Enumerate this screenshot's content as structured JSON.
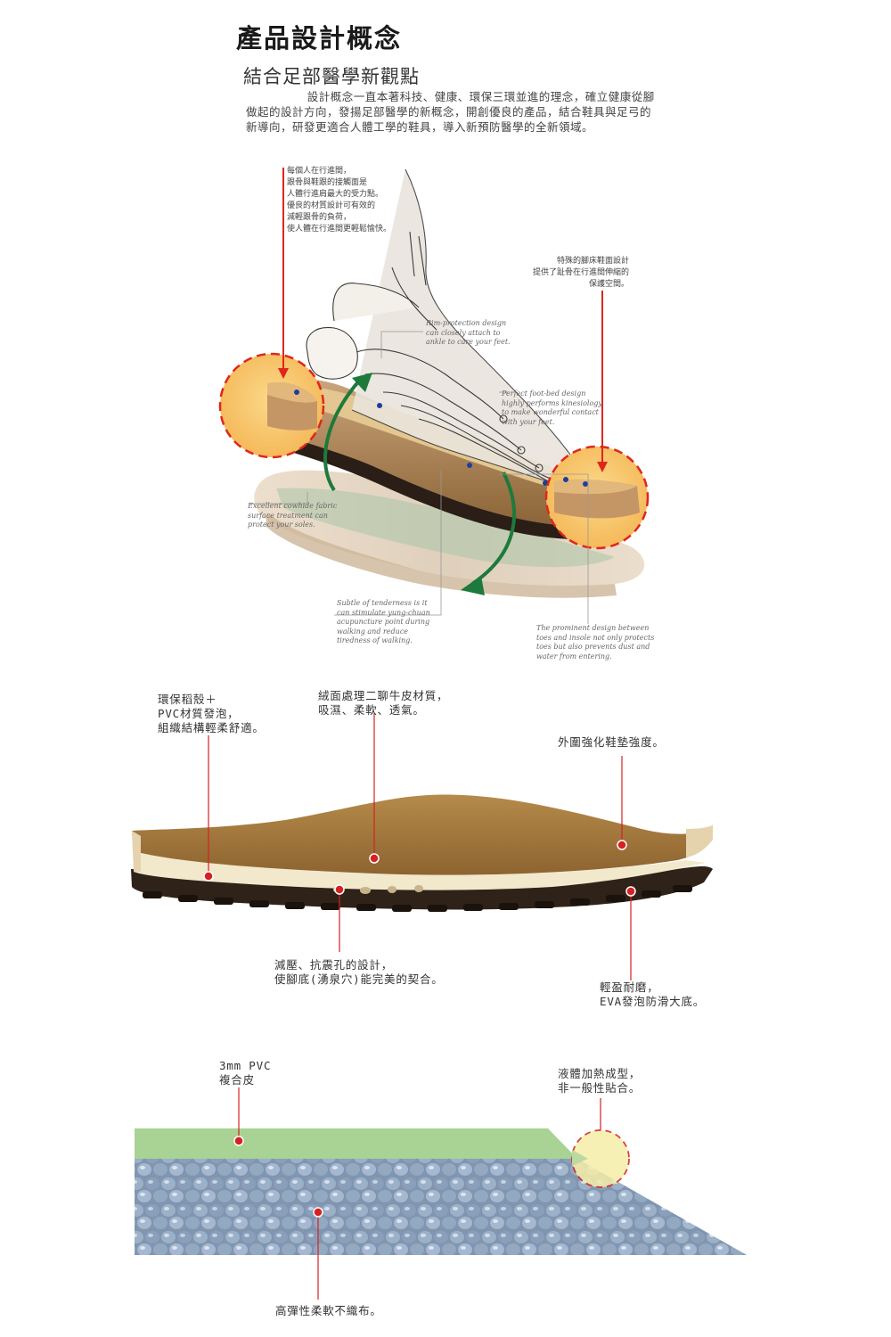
{
  "header": {
    "title": "產品設計概念",
    "subtitle": "結合足部醫學新觀點",
    "intro": "設計概念一直本著科技、健康、環保三環並進的理念，確立健康從腳做起的設計方向，發揚足部醫學的新概念，開創優良的產品，結合鞋具與足弓的新導向，研發更適合人體工學的鞋具，導入新預防醫學的全新領域。"
  },
  "diagram1": {
    "heel_note": [
      "每個人在行進間，",
      "跟骨與鞋跟的接觸面是",
      "人體行進肩最大的受力點。",
      "優良的材質設計可有效的",
      "減輕跟骨的負荷，",
      "使人體在行進間更輕鬆愉快。"
    ],
    "toe_note": [
      "特殊的腳床鞋面設計",
      "提供了趾骨在行進間伸縮的",
      "保護空間。"
    ],
    "rim_en": [
      "Rim-protection design",
      "can closely attach to",
      "ankle to care your feet."
    ],
    "footbed_en": [
      "Perfect foot-bed design",
      "highly performs kinesiology",
      "to make wonderful contact",
      "with your feet."
    ],
    "cowhide_en": [
      "Excellent cowhide fabric",
      "surface treatment can",
      "protect your soles."
    ],
    "tenderness_en": [
      "Subtle of tenderness is it",
      "can stimulate yung-chuan",
      "acupuncture point during",
      "walking and reduce",
      "tiredness of walking."
    ],
    "prominent_en": [
      "The prominent design between",
      "toes and insole not only protects",
      "toes but also prevents dust and",
      "water from entering."
    ],
    "colors": {
      "red": "#e0261c",
      "green": "#1d7a3c",
      "cork": "#b5895a",
      "zoom": "#f7c770",
      "dot": "#1c3f9e"
    }
  },
  "diagram2": {
    "eco_label": [
      "環保稻殼＋",
      "PVC材質發泡，",
      "組織結構輕柔舒適。"
    ],
    "suede_label": [
      "絨面處理二聊牛皮材質，",
      "吸濕、柔軟、透氣。"
    ],
    "rim_label": [
      "外圍強化鞋墊強度。"
    ],
    "holes_label": [
      "減壓、抗震孔的設計，",
      "使腳底(湧泉穴)能完美的契合。"
    ],
    "sole_label": [
      "輕盈耐磨，",
      "EVA發泡防滑大底。"
    ],
    "colors": {
      "suede": "#a57a3e",
      "sole": "#2f2218",
      "foam": "#f2e8cc",
      "red": "#d42222"
    }
  },
  "diagram3": {
    "pvc_label": [
      "3mm PVC",
      "複合皮"
    ],
    "mold_label": [
      "液體加熱成型，",
      "非一般性貼合。"
    ],
    "fabric_label": [
      "高彈性柔軟不織布。"
    ],
    "colors": {
      "pvc_layer": "#a9d394",
      "fabric_layer": "#7f95b0",
      "red": "#d42222",
      "zoom": "#f6eea8"
    }
  }
}
